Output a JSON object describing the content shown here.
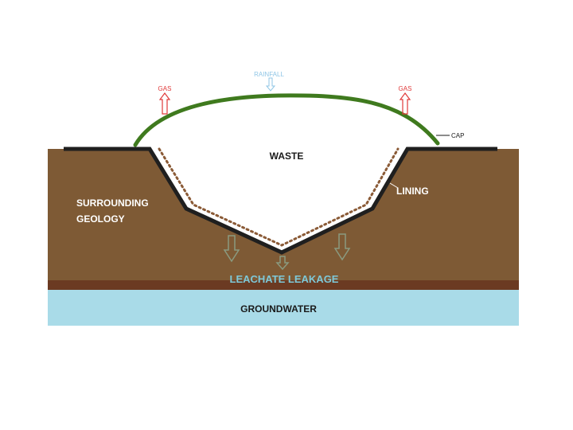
{
  "labels": {
    "rainfall": "RAINFALL",
    "gas_left": "GAS",
    "gas_right": "GAS",
    "cap": "CAP",
    "waste": "WASTE",
    "lining": "LINING",
    "surrounding_line1": "SURROUNDING",
    "surrounding_line2": "GEOLOGY",
    "leachate": "LEACHATE LEAKAGE",
    "groundwater": "GROUNDWATER"
  },
  "colors": {
    "geology": "#7e5a35",
    "clay_layer": "#6b3a22",
    "groundwater": "#a9dbe8",
    "cap": "#3f7a1e",
    "liner": "#1f1f1f",
    "gas_arrow": "#e03a3a",
    "rain_arrow": "#8fc6e6",
    "leach_arrow": "#8a9a80"
  }
}
